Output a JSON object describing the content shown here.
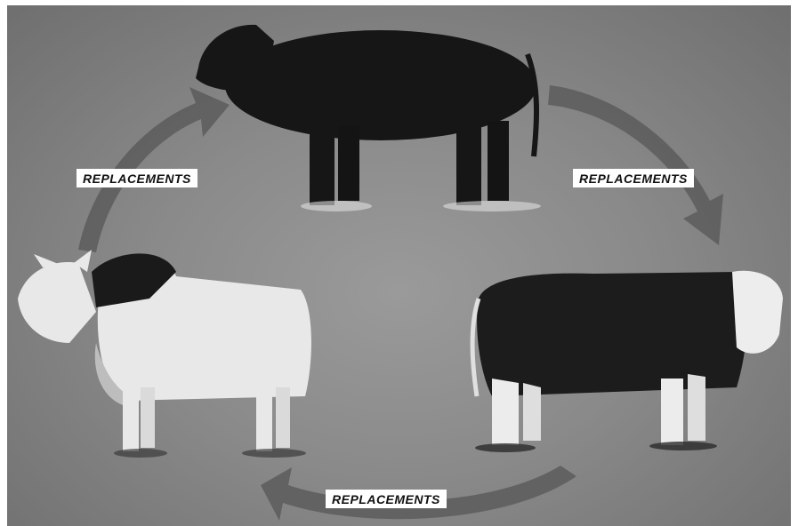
{
  "labels": {
    "left": "REPLACEMENTS",
    "right": "REPLACEMENTS",
    "bottom": "REPLACEMENTS"
  },
  "animals": [
    {
      "name": "black-angus-bull",
      "coat": "#161616"
    },
    {
      "name": "brahman-bull",
      "coat": "#e8e8e8"
    },
    {
      "name": "hereford-bull",
      "coat": "#1c1c1c"
    }
  ],
  "colors": {
    "background": "#8a8a8a",
    "arrow": "#5a5a5a",
    "label_bg": "#ffffff",
    "label_text": "#111111"
  }
}
